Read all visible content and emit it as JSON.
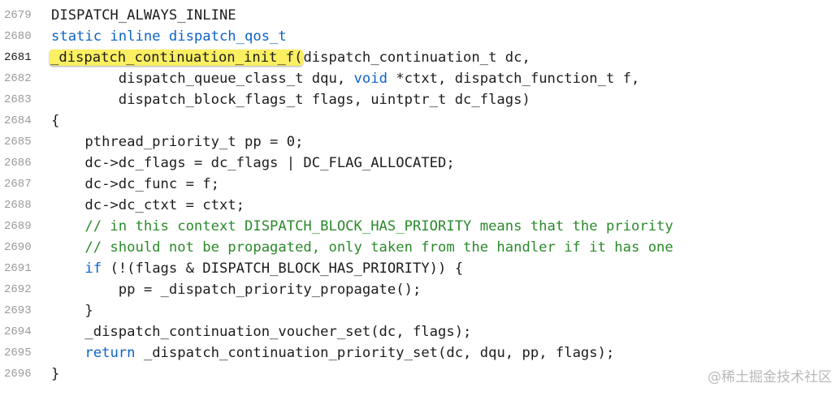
{
  "editor": {
    "lines": [
      {
        "num": "2679",
        "current": false,
        "tokens": [
          {
            "t": "DISPATCH_ALWAYS_INLINE",
            "c": "pl"
          }
        ]
      },
      {
        "num": "2680",
        "current": false,
        "tokens": [
          {
            "t": "static inline dispatch_qos_t",
            "c": "kw"
          }
        ]
      },
      {
        "num": "2681",
        "current": true,
        "tokens": [
          {
            "t": "_dispatch_continuation_init_f(",
            "c": "hl"
          },
          {
            "t": "dispatch_continuation_t dc,",
            "c": "pl"
          }
        ]
      },
      {
        "num": "2682",
        "current": false,
        "tokens": [
          {
            "t": "        dispatch_queue_class_t dqu, ",
            "c": "pl"
          },
          {
            "t": "void",
            "c": "kw"
          },
          {
            "t": " *ctxt, dispatch_function_t f,",
            "c": "pl"
          }
        ]
      },
      {
        "num": "2683",
        "current": false,
        "tokens": [
          {
            "t": "        dispatch_block_flags_t flags, uintptr_t dc_flags)",
            "c": "pl"
          }
        ]
      },
      {
        "num": "2684",
        "current": false,
        "tokens": [
          {
            "t": "{",
            "c": "pl"
          }
        ]
      },
      {
        "num": "2685",
        "current": false,
        "tokens": [
          {
            "t": "    pthread_priority_t pp = 0;",
            "c": "pl"
          }
        ]
      },
      {
        "num": "2686",
        "current": false,
        "tokens": [
          {
            "t": "    dc->dc_flags = dc_flags | DC_FLAG_ALLOCATED;",
            "c": "pl"
          }
        ]
      },
      {
        "num": "2687",
        "current": false,
        "tokens": [
          {
            "t": "    dc->dc_func = f;",
            "c": "pl"
          }
        ]
      },
      {
        "num": "2688",
        "current": false,
        "tokens": [
          {
            "t": "    dc->dc_ctxt = ctxt;",
            "c": "pl"
          }
        ]
      },
      {
        "num": "2689",
        "current": false,
        "tokens": [
          {
            "t": "    // in this context DISPATCH_BLOCK_HAS_PRIORITY means that the priority",
            "c": "cm"
          }
        ]
      },
      {
        "num": "2690",
        "current": false,
        "tokens": [
          {
            "t": "    // should not be propagated, only taken from the handler if it has one",
            "c": "cm"
          }
        ]
      },
      {
        "num": "2691",
        "current": false,
        "tokens": [
          {
            "t": "    ",
            "c": "pl"
          },
          {
            "t": "if",
            "c": "kw"
          },
          {
            "t": " (!(flags & DISPATCH_BLOCK_HAS_PRIORITY)) {",
            "c": "pl"
          }
        ]
      },
      {
        "num": "2692",
        "current": false,
        "tokens": [
          {
            "t": "        pp = _dispatch_priority_propagate();",
            "c": "pl"
          }
        ]
      },
      {
        "num": "2693",
        "current": false,
        "tokens": [
          {
            "t": "    }",
            "c": "pl"
          }
        ]
      },
      {
        "num": "2694",
        "current": false,
        "tokens": [
          {
            "t": "    _dispatch_continuation_voucher_set(dc, flags);",
            "c": "pl"
          }
        ]
      },
      {
        "num": "2695",
        "current": false,
        "tokens": [
          {
            "t": "    ",
            "c": "pl"
          },
          {
            "t": "return",
            "c": "kw"
          },
          {
            "t": " _dispatch_continuation_priority_set(dc, dqu, pp, flags);",
            "c": "pl"
          }
        ]
      },
      {
        "num": "2696",
        "current": false,
        "tokens": [
          {
            "t": "}",
            "c": "pl"
          }
        ]
      }
    ]
  },
  "watermark": "@稀土掘金技术社区",
  "colors": {
    "keyword": "#0e62c8",
    "comment": "#2b8a2b",
    "plain": "#1d1d1d",
    "highlight": "#fbef62",
    "line_number": "#9a9a9a"
  }
}
